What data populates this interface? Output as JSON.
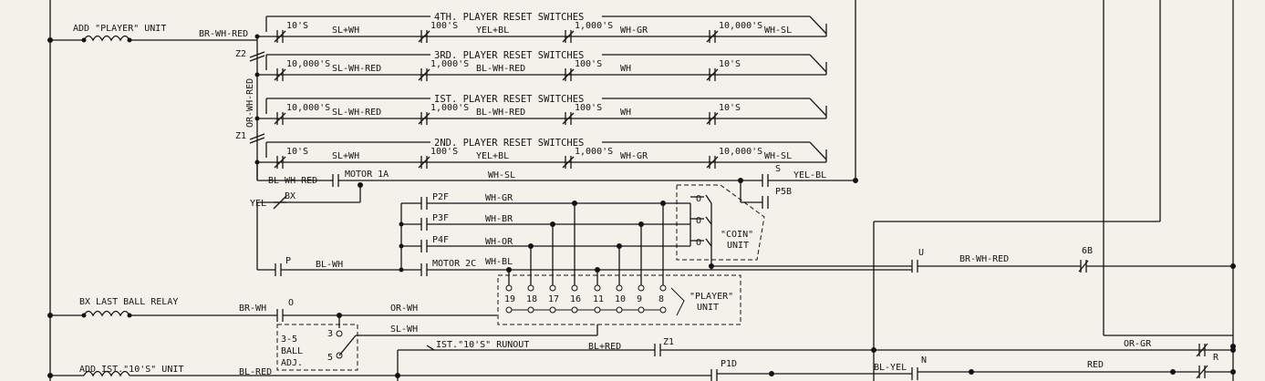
{
  "banks": [
    {
      "heading": "4TH. PLAYER RESET SWITCHES",
      "sw1": "10'S",
      "w1": "SL+WH",
      "sw2": "100'S",
      "w2": "YEL+BL",
      "sw3": "1,000'S",
      "w3": "WH-GR",
      "sw4": "10,000'S",
      "w4": "WH-SL"
    },
    {
      "heading": "3RD. PLAYER RESET SWITCHES",
      "sw1": "10,000'S",
      "w1": "SL-WH-RED",
      "sw2": "1,000'S",
      "w2": "BL-WH-RED",
      "sw3": "100'S",
      "w3": "WH",
      "sw4": "10'S",
      "w4": ""
    },
    {
      "heading": "IST. PLAYER RESET SWITCHES",
      "sw1": "10,000'S",
      "w1": "SL-WH-RED",
      "sw2": "1,000'S",
      "w2": "BL-WH-RED",
      "sw3": "100'S",
      "w3": "WH",
      "sw4": "10'S",
      "w4": ""
    },
    {
      "heading": "2ND. PLAYER RESET SWITCHES",
      "sw1": "10'S",
      "w1": "SL+WH",
      "sw2": "100'S",
      "w2": "YEL+BL",
      "sw3": "1,000'S",
      "w3": "WH-GR",
      "sw4": "10,000'S",
      "w4": "WH-SL"
    }
  ],
  "labels": {
    "add_player_unit": "ADD \"PLAYER\" UNIT",
    "br_wh_red": "BR-WH-RED",
    "z2": "Z2",
    "z1": "Z1",
    "or_wh_red": "OR-WH-RED",
    "bl_wh_red": "BL-WH-RED",
    "motor_1a": "MOTOR 1A",
    "wh_sl": "WH-SL",
    "s": "S",
    "yel_bl": "YEL-BL",
    "p5b": "P5B",
    "yel": "YEL",
    "bx": "BX",
    "p2f": "P2F",
    "wh_gr": "WH-GR",
    "p3f": "P3F",
    "wh_br": "WH-BR",
    "p4f": "P4F",
    "wh_or": "WH-OR",
    "p": "P",
    "bl_wh": "BL-WH",
    "motor_2c": "MOTOR 2C",
    "wh_bl": "WH-BL",
    "coin_unit_1": "\"COIN\"",
    "coin_unit_2": "UNIT",
    "u": "U",
    "br_wh_red_2": "BR-WH-RED",
    "sixb": "6B",
    "bx_last_ball": "BX   LAST BALL RELAY",
    "br_wh": "BR-WH",
    "o": "O",
    "or_wh": "OR-WH",
    "sl_wh": "SL-WH",
    "player_unit_1": "\"PLAYER\"",
    "player_unit_2": "UNIT",
    "ball_adj_1": "3-5",
    "ball_adj_2": "BALL",
    "ball_adj_3": "ADJ.",
    "three": "3",
    "five": "5",
    "runout": "IST.\"10'S\" RUNOUT",
    "bl_red": "BL+RED",
    "z1b": "Z1",
    "or_gr": "OR-GR",
    "r": "R",
    "add_ist_10s": "ADD IST.\"10'S\" UNIT",
    "bl_red_2": "BL-RED",
    "p1d": "P1D",
    "bl_yel": "BL-YEL",
    "n": "N",
    "red": "RED"
  },
  "coin_contacts": [
    "O",
    "O",
    "O"
  ],
  "player_contacts": [
    "19",
    "18",
    "17",
    "16",
    "11",
    "10",
    "9",
    "8"
  ]
}
